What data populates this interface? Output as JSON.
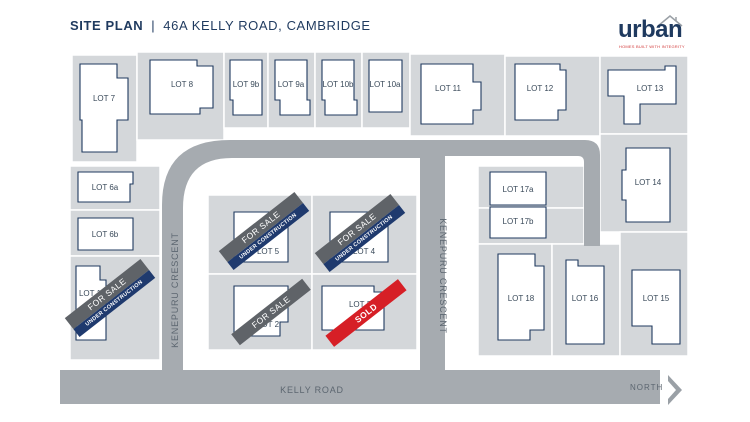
{
  "header": {
    "site_plan": "SITE PLAN",
    "separator": "|",
    "address": "46A KELLY ROAD, CAMBRIDGE"
  },
  "logo": {
    "word": "urban",
    "tagline": "HOMES BUILT WITH INTEGRITY"
  },
  "roads": {
    "kelly_road": "KELLY ROAD",
    "keneparu_left": "KENEPURU CRESCENT",
    "keneparu_right": "KENEPURU CRESCENT"
  },
  "north_label": "NORTH",
  "lots": {
    "lot7": "LOT 7",
    "lot8": "LOT 8",
    "lot9b": "LOT 9b",
    "lot9a": "LOT 9a",
    "lot10b": "LOT 10b",
    "lot10a": "LOT 10a",
    "lot11": "LOT 11",
    "lot12": "LOT 12",
    "lot13": "LOT 13",
    "lot14": "LOT 14",
    "lot6a": "LOT 6a",
    "lot6b": "LOT 6b",
    "lot1": "LOT 1",
    "lot5": "LOT 5",
    "lot4": "LOT 4",
    "lot2": "LOT 2",
    "lot3": "LOT 3",
    "lot17a": "LOT 17a",
    "lot17b": "LOT 17b",
    "lot18": "LOT 18",
    "lot16": "LOT 16",
    "lot15": "LOT 15"
  },
  "banners": {
    "for_sale": "FOR SALE",
    "under_construction": "UNDER CONSTRUCTION",
    "sold": "SOLD"
  },
  "colors": {
    "road": "#a6abb0",
    "lot": "#d4d7da",
    "house_outline": "#1f3a5f",
    "navy": "#1f3a6e",
    "grey_banner": "#5f6368",
    "sold_red": "#d61f26"
  }
}
